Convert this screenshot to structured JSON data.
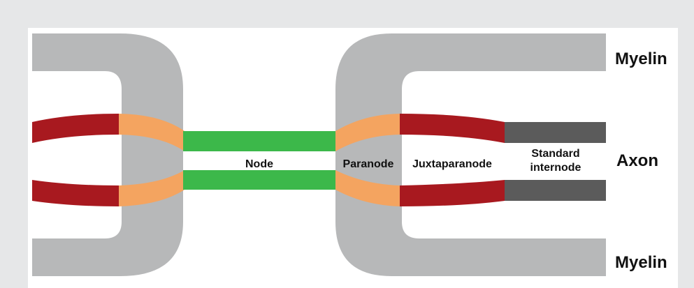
{
  "labels": {
    "myelin_top": "Myelin",
    "myelin_bottom": "Myelin",
    "axon": "Axon",
    "node": "Node",
    "paranode": "Paranode",
    "juxtaparanode": "Juxtaparanode",
    "standard_internode_line1": "Standard",
    "standard_internode_line2": "internode"
  },
  "colors": {
    "background": "#e6e7e8",
    "panel": "#ffffff",
    "myelin": "#b7b8b9",
    "axon_red": "#a8191f",
    "paranode_orange": "#f4a460",
    "node_green": "#3cb84a",
    "internode_gray": "#5b5b5b"
  }
}
